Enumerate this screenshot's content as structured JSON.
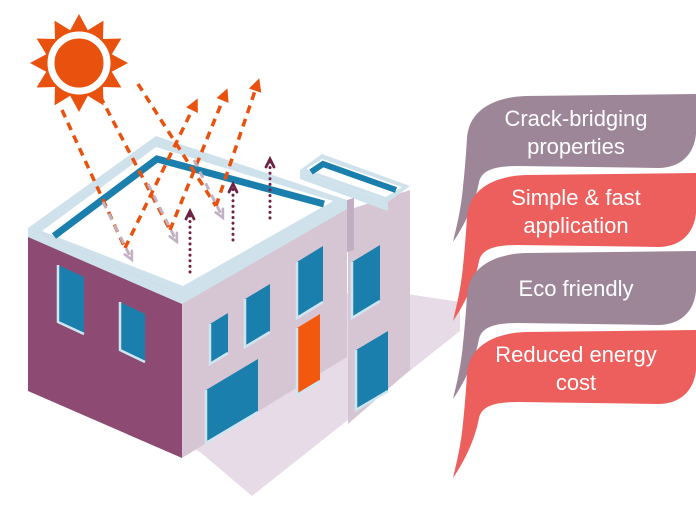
{
  "title": "Cool roof benefits infographic",
  "illustration": {
    "icons": [
      "sun-icon",
      "solar-ray-arrow-icon",
      "reflected-ray-arrow-icon",
      "transmitted-ray-arrow-icon",
      "heat-emission-arrow-icon"
    ],
    "house": {
      "description": "Isometric house with reflective white cool roof",
      "elements": [
        "roof",
        "roof-coating-stripe",
        "left-wall",
        "right-wall",
        "extension-wing",
        "windows",
        "door",
        "ground-shadow"
      ]
    }
  },
  "benefits": {
    "items": [
      {
        "label": "Crack-bridging properties",
        "line1": "Crack-bridging",
        "line2": "properties",
        "color": "#9c8698"
      },
      {
        "label": "Simple & fast application",
        "line1": "Simple & fast",
        "line2": "application",
        "color": "#ec5f5d"
      },
      {
        "label": "Eco friendly",
        "line1": "Eco friendly",
        "line2": "",
        "color": "#9c8698"
      },
      {
        "label": "Reduced energy cost",
        "line1": "Reduced energy",
        "line2": "cost",
        "color": "#ec5f5d"
      }
    ]
  },
  "colors": {
    "sun_orange": "#e9520e",
    "door_orange": "#f3590e",
    "roof_teal": "#1b7fad",
    "roof_rim_blue": "#cfe2ec",
    "window_frame_blue": "#cfe6f0",
    "wall_plum": "#8d4b74",
    "wall_light": "#d6c6d4",
    "wall_seam": "#c2aec2",
    "ground_shadow": "#e7dbe7",
    "transmitted_ray": "#c2b1c2",
    "heat_emission": "#6e2344",
    "banner_purple": "#9c8698",
    "banner_red": "#ec5f5d",
    "text_white": "#ffffff"
  }
}
